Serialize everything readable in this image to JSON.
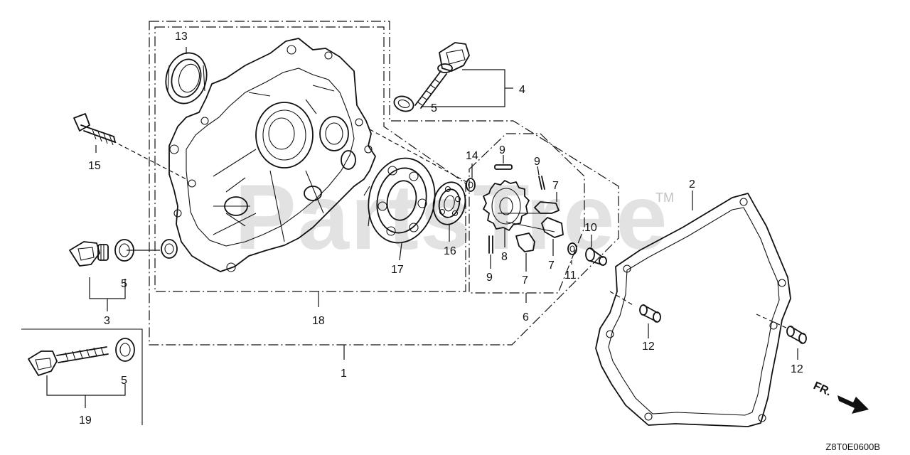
{
  "diagram": {
    "callouts": {
      "c1": "1",
      "c2": "2",
      "c3": "3",
      "c4": "4",
      "c5a": "5",
      "c5b": "5",
      "c5c": "5",
      "c6": "6",
      "c7a": "7",
      "c7b": "7",
      "c7c": "7",
      "c8": "8",
      "c9a": "9",
      "c9b": "9",
      "c9c": "9",
      "c10": "10",
      "c11": "11",
      "c12a": "12",
      "c12b": "12",
      "c13": "13",
      "c14": "14",
      "c15": "15",
      "c16": "16",
      "c17": "17",
      "c18": "18",
      "c19": "19"
    },
    "direction_label": "FR.",
    "diagram_code": "Z8T0E0600B",
    "watermark": "PartsTree",
    "trademark": "TM"
  }
}
